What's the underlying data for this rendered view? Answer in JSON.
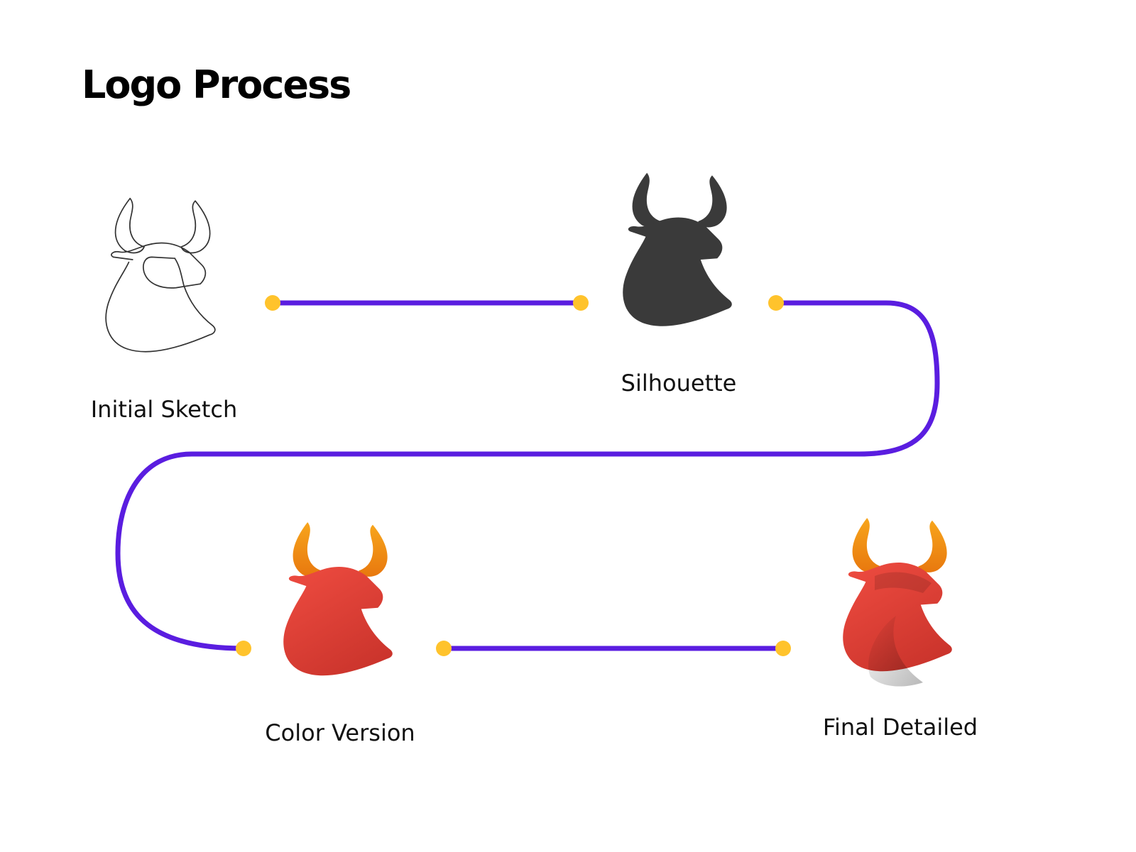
{
  "title": "Logo Process",
  "colors": {
    "path": "#5a1de0",
    "node": "#ffc32c",
    "sketch_stroke": "#333333",
    "silhouette_fill": "#3a3a3a",
    "body_red": "#ec4a3f",
    "body_red_dark": "#c9332b",
    "horn_orange": "#f7a51c",
    "horn_orange_dark": "#e8780e",
    "title": "#000000",
    "label": "#111111"
  },
  "steps": [
    {
      "label": "Initial Sketch",
      "icon": "bull-head-sketch-icon"
    },
    {
      "label": "Silhouette",
      "icon": "bull-head-silhouette-icon"
    },
    {
      "label": "Color Version",
      "icon": "bull-head-color-icon"
    },
    {
      "label": "Final Detailed",
      "icon": "bull-head-final-icon"
    }
  ]
}
